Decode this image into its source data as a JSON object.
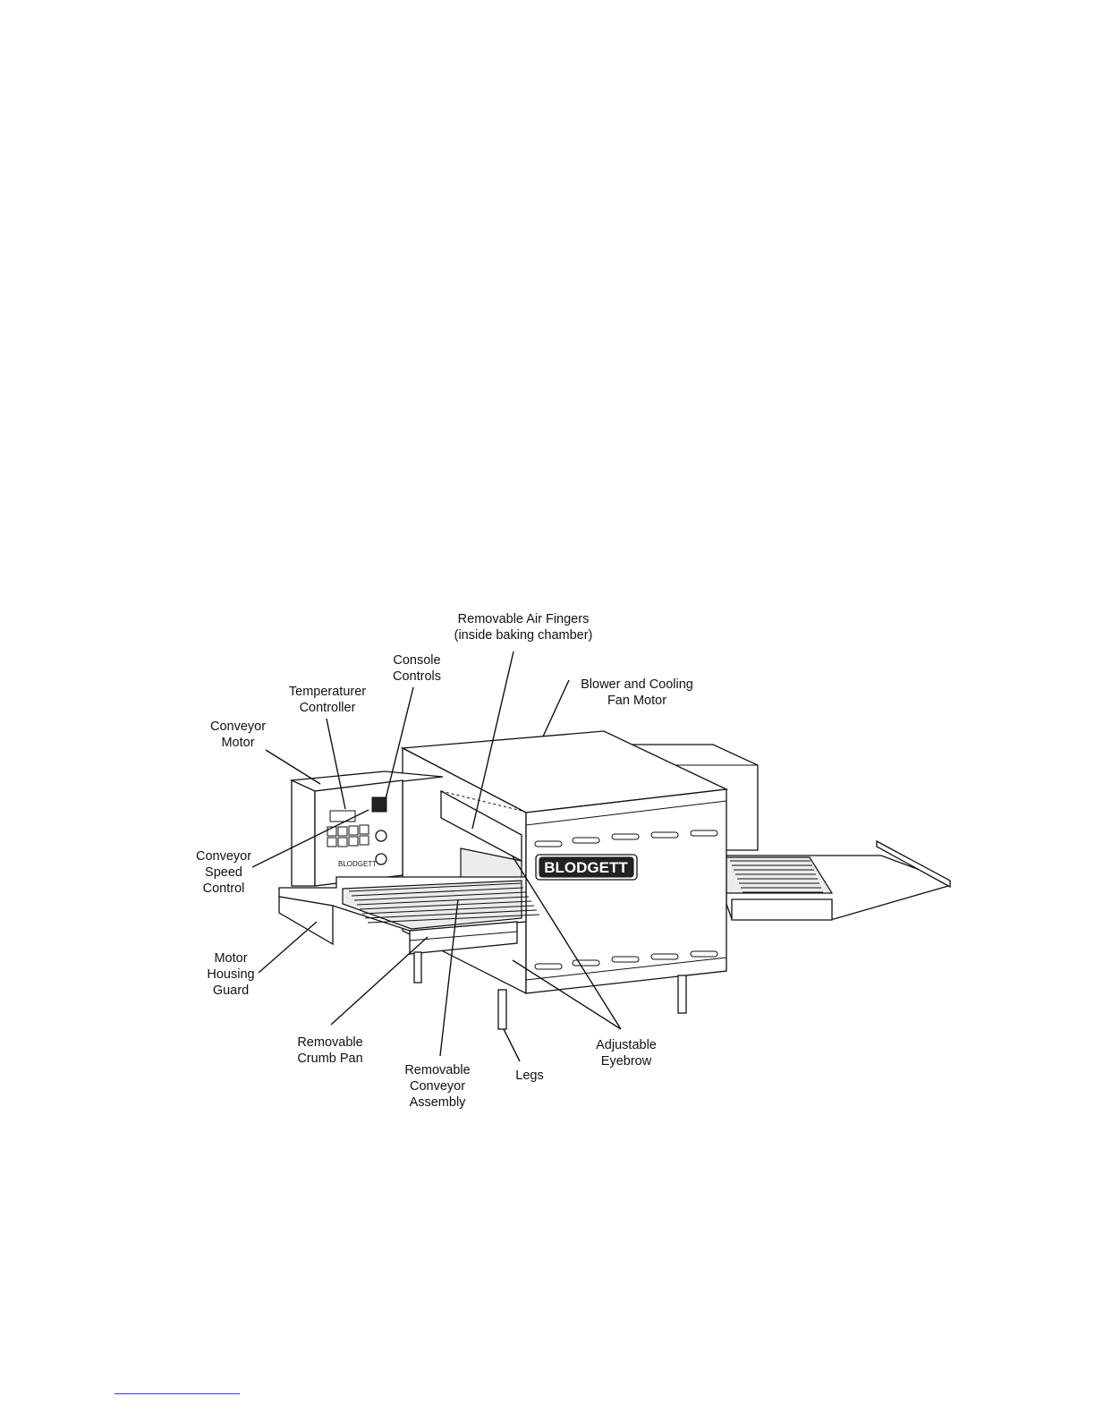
{
  "labels": {
    "air_fingers": "Removable Air Fingers\n(inside baking chamber)",
    "blower": "Blower and Cooling\nFan Motor",
    "console": "Console\nControls",
    "temp": "Temperaturer\nController",
    "conv_motor": "Conveyor\nMotor",
    "speed": "Conveyor\nSpeed\nControl",
    "guard": "Motor\nHousing\nGuard",
    "crumb": "Removable\nCrumb Pan",
    "assembly": "Removable\nConveyor\nAssembly",
    "legs": "Legs",
    "eyebrow": "Adjustable\nEyebrow"
  },
  "brand_text": "BLODGETT",
  "colors": {
    "line": "#111111",
    "footer_rule": "#2b3fd6"
  }
}
